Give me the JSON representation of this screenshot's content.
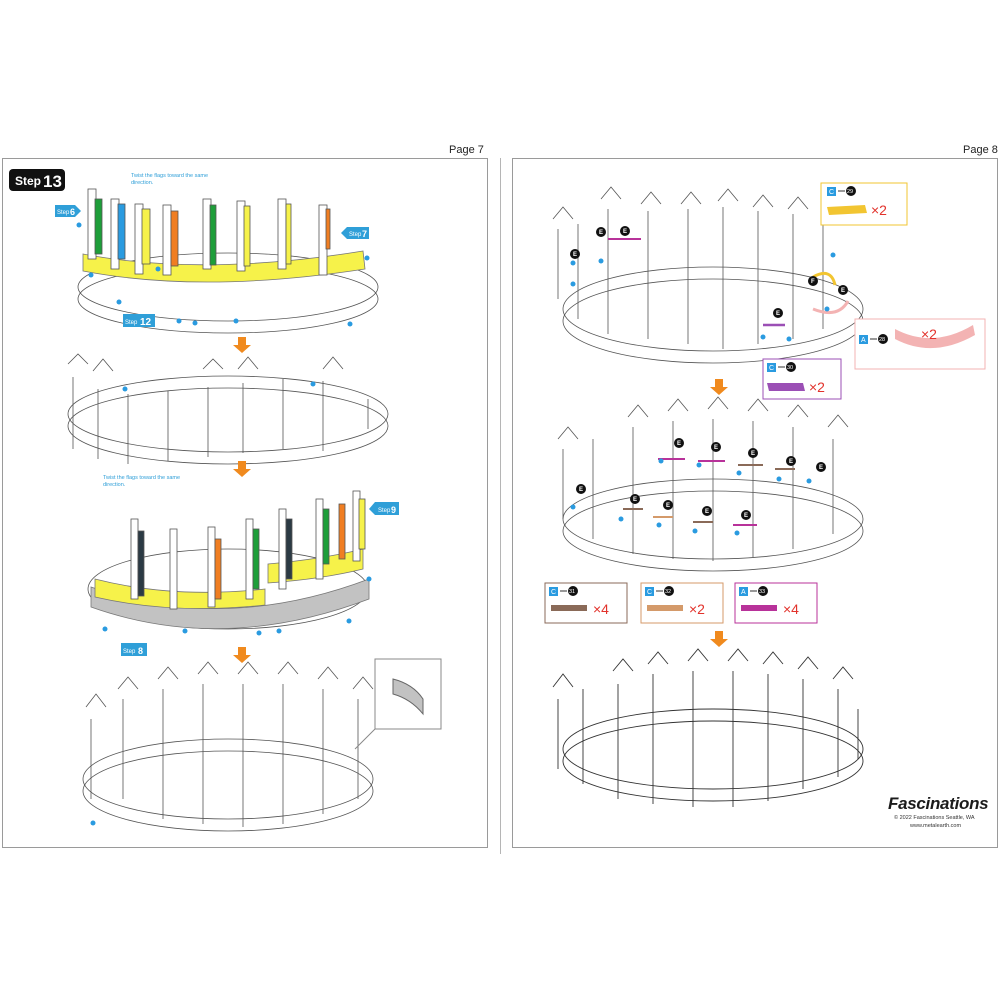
{
  "page_left": {
    "page_label": "Page 7",
    "step_title_prefix": "Step",
    "step_number": "13",
    "twist_note": "Twist the flags toward the same direction.",
    "twist_note_2": "Twist the flags toward the same direction.",
    "tags": {
      "step6": {
        "word": "Step",
        "num": "6"
      },
      "step7": {
        "word": "Step",
        "num": "7"
      },
      "step12": {
        "word": "Step",
        "num": "12"
      },
      "step9": {
        "word": "Step",
        "num": "9"
      },
      "step8": {
        "word": "Step",
        "num": "8"
      }
    }
  },
  "page_right": {
    "page_label": "Page 8",
    "parts": [
      {
        "sheet": "C",
        "part": "29",
        "qty": "×2"
      },
      {
        "sheet": "A",
        "part": "28",
        "qty": "×2"
      },
      {
        "sheet": "C",
        "part": "30",
        "qty": "×2"
      },
      {
        "sheet": "C",
        "part": "31",
        "qty": "×4"
      },
      {
        "sheet": "C",
        "part": "32",
        "qty": "×2"
      },
      {
        "sheet": "A",
        "part": "33",
        "qty": "×4"
      }
    ],
    "markers": {
      "E": "E",
      "F": "F"
    }
  },
  "brand": {
    "logo": "Fascinations",
    "copyright": "© 2022 Fascinations Seattle, WA",
    "website": "www.metalearth.com"
  },
  "colors": {
    "yellow": "#f6f24a",
    "green": "#1e9e3a",
    "blue": "#2a9be0",
    "orange": "#f07e22",
    "dark": "#2b3a44",
    "gray": "#c2c2c2",
    "accent_tag": "#2f9fd8",
    "arrow": "#f08a1e",
    "red_x": "#e2322b",
    "part29": "#f2c531",
    "part28": "#f3b3b3",
    "part30": "#9b4fb5",
    "part31": "#8a6a58",
    "part32": "#d49a6a",
    "part33": "#b8329a"
  },
  "icons": [
    "arrow-down-icon",
    "part-shape-icon",
    "number-badge-icon",
    "callout-badge-icon"
  ]
}
